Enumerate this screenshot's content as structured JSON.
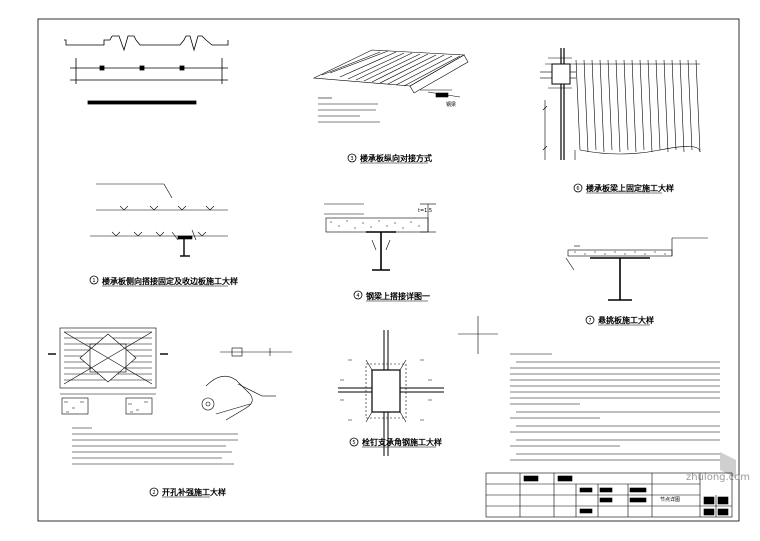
{
  "details": [
    {
      "num": "1",
      "title": "楼承板侧向搭接固定及收边板施工大样"
    },
    {
      "num": "2",
      "title": "开孔补强施工大样"
    },
    {
      "num": "3",
      "title": "楼承板纵向对接方式"
    },
    {
      "num": "4",
      "title": "钢梁上搭接详图一"
    },
    {
      "num": "5",
      "title": "栓钉支承角钢施工大样"
    },
    {
      "num": "6",
      "title": "楼承板梁上固定施工大样"
    },
    {
      "num": "7",
      "title": "悬挑板施工大样"
    }
  ],
  "annotations": {
    "beam_label": "钢梁",
    "thickness_label": "t=1.5"
  },
  "title_block": {
    "drawing_name": "节点详图"
  },
  "watermark": "zhulong.com"
}
